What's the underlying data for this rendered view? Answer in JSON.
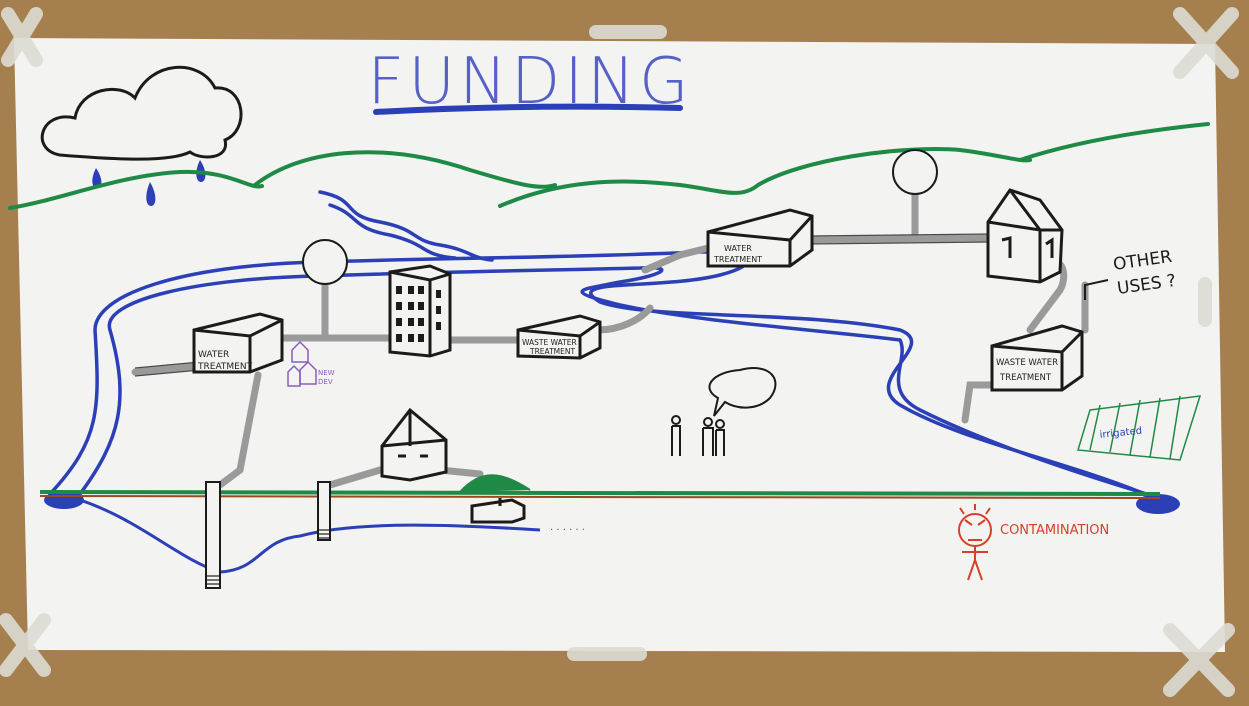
{
  "title": "FUNDING",
  "labels": {
    "water_treatment_left": [
      "WATER",
      "TREATMENT"
    ],
    "water_treatment_top": [
      "WATER",
      "TREATMENT"
    ],
    "wastewater_treatment_center": [
      "WASTE WATER",
      "TREATMENT"
    ],
    "wastewater_treatment_right": [
      "WASTE WATER",
      "TREATMENT"
    ],
    "other_uses": [
      "OTHER",
      "USES ?"
    ],
    "new_dev": [
      "NEW",
      "DEV"
    ],
    "irrigated": "irrigated",
    "contamination": "CONTAMINATION"
  },
  "colors": {
    "board": "#a67f4e",
    "paper": "#f3f3f1",
    "marker_blue": "#2b3fb6",
    "marker_green": "#1f8a45",
    "marker_black": "#1b1b1b",
    "marker_red": "#d6402a",
    "marker_purple": "#8a5cc0",
    "ground_brown": "#9a4a1f",
    "pipe_grey": "#9a9a9a"
  }
}
